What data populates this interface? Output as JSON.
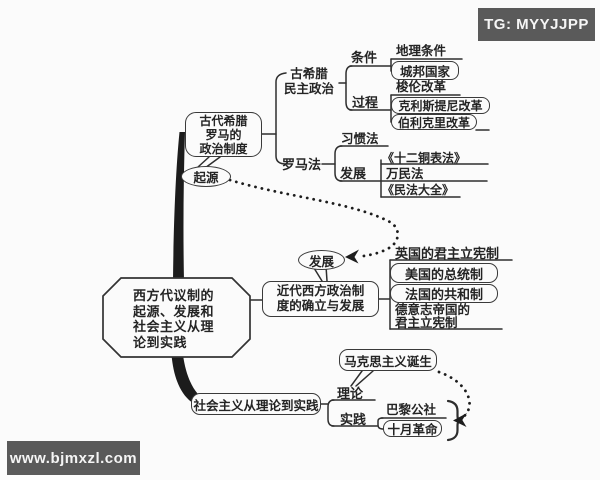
{
  "badges": {
    "tg": "TG: MYYJJPP",
    "site": "www.bjmxzl.com"
  },
  "colors": {
    "ink": "#2e2e2e",
    "badge_bg": "#5a5a5a",
    "background": "#fbfbfb"
  },
  "center": {
    "lines": [
      "西方代议制的",
      "起源、发展和",
      "社会主义从理",
      "论到实践"
    ]
  },
  "ancient": {
    "box_lines": [
      "古代希腊",
      "罗马的",
      "政治制度"
    ],
    "origin_label": "起源",
    "greek": {
      "label_lines": [
        "古希腊",
        "民主政治"
      ],
      "condition": {
        "label": "条件",
        "items": [
          "地理条件",
          "城邦国家"
        ]
      },
      "process": {
        "label": "过程",
        "items": [
          "梭伦改革",
          "克利斯提尼改革",
          "伯利克里改革"
        ]
      }
    },
    "roman": {
      "label": "罗马法",
      "habit_law": "习惯法",
      "develop": {
        "label": "发展",
        "items": [
          "《十二铜表法》",
          "万民法",
          "《民法大全》"
        ]
      }
    }
  },
  "modern": {
    "develop_label": "发展",
    "box_lines": [
      "近代西方政治制",
      "度的确立与发展"
    ],
    "items": [
      "英国的君主立宪制",
      "美国的总统制",
      "法国的共和制"
    ],
    "germany_lines": [
      "德意志帝国的",
      "君主立宪制"
    ]
  },
  "socialism": {
    "box_label": "社会主义从理论到实践",
    "theory": {
      "label": "理论",
      "item": "马克思主义诞生"
    },
    "practice": {
      "label": "实践",
      "items": [
        "巴黎公社",
        "十月革命"
      ]
    }
  }
}
